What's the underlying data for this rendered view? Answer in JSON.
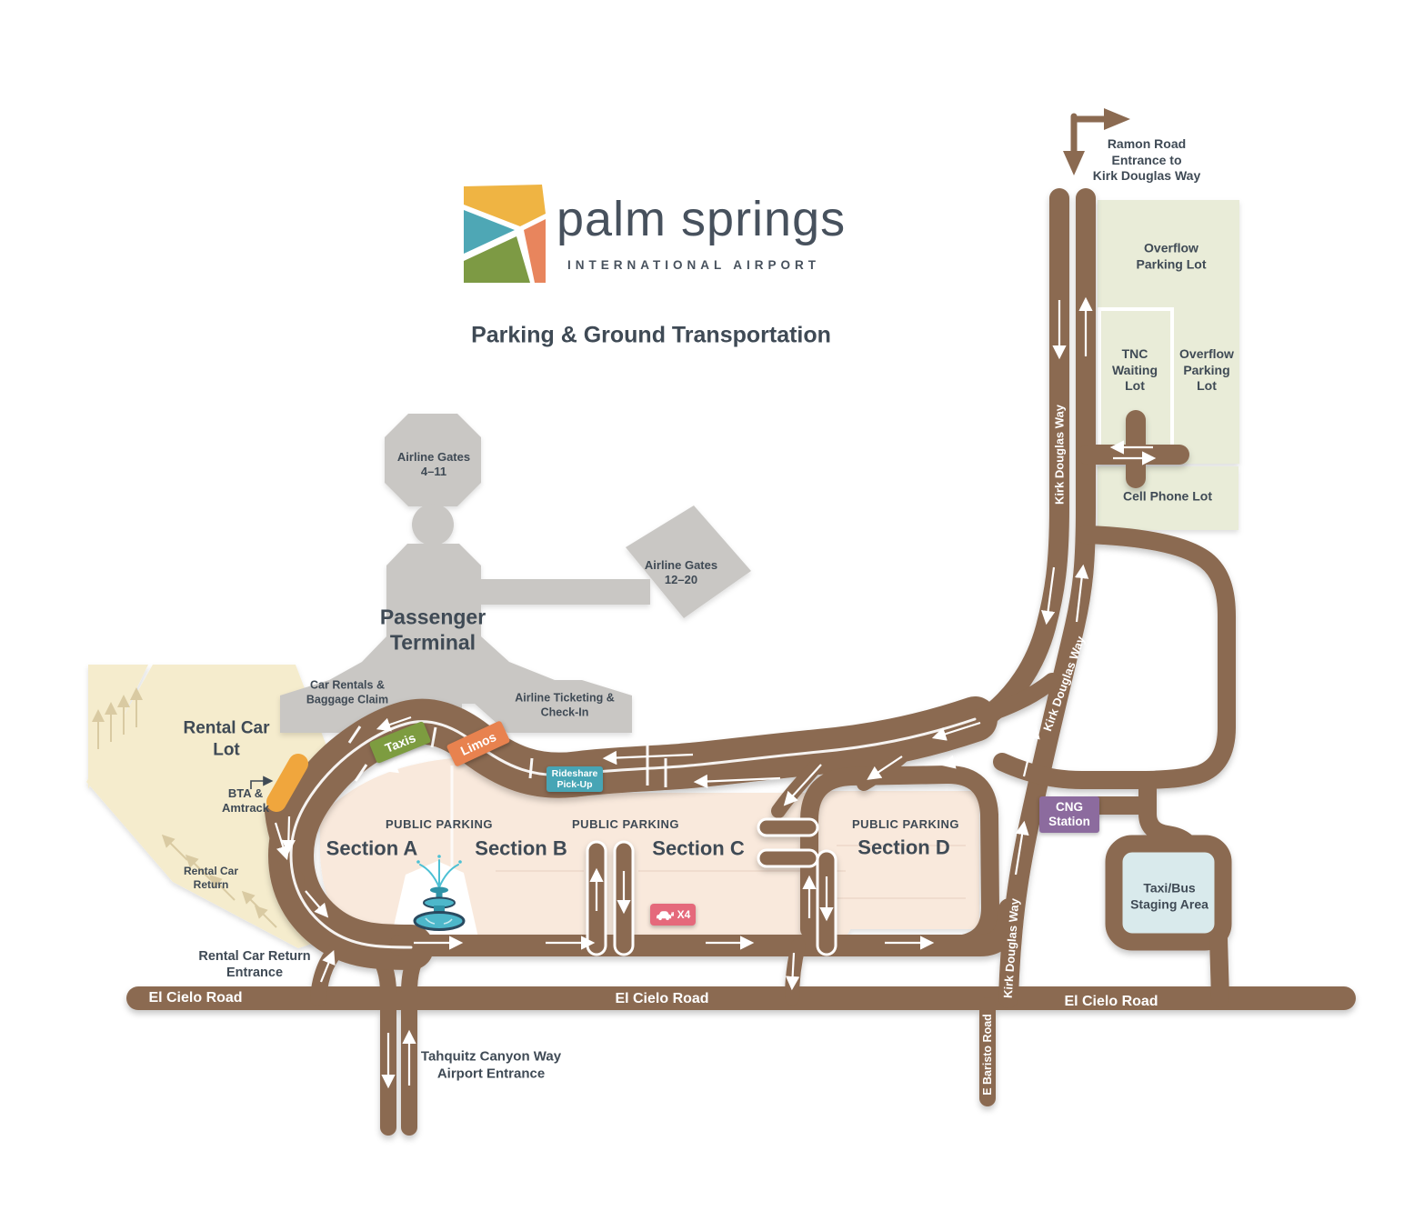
{
  "logo": {
    "brand": "palm springs",
    "subtitle": "INTERNATIONAL AIRPORT"
  },
  "title": "Parking & Ground Transportation",
  "notes": {
    "ramon": "Ramon Road\nEntrance to\nKirk Douglas Way",
    "rental_return_entrance": "Rental Car Return\nEntrance",
    "tahquitz": "Tahquitz Canyon Way\nAirport Entrance",
    "bta": "BTA &\nAmtrack",
    "rental_return": "Rental Car\nReturn"
  },
  "lots": {
    "overflow_top": "Overflow\nParking Lot",
    "tnc": "TNC\nWaiting\nLot",
    "overflow_side": "Overflow\nParking\nLot",
    "cell_phone": "Cell Phone Lot",
    "rental_car": "Rental Car\nLot",
    "taxi_bus": "Taxi/Bus\nStaging Area"
  },
  "terminal": {
    "main": "Passenger\nTerminal",
    "gates_4_11": "Airline Gates\n4–11",
    "gates_12_20": "Airline Gates\n12–20",
    "baggage": "Car Rentals &\nBaggage Claim",
    "ticketing": "Airline Ticketing &\nCheck-In"
  },
  "parking": {
    "public": "PUBLIC PARKING",
    "section_a": "Section A",
    "section_b": "Section B",
    "section_c": "Section C",
    "section_d": "Section D"
  },
  "badges": {
    "taxis": "Taxis",
    "limos": "Limos",
    "rideshare": "Rideshare\nPick-Up",
    "cng": "CNG\nStation",
    "ev": "X4"
  },
  "roads": {
    "el_cielo": "El Cielo Road",
    "kirk_douglas": "Kirk Douglas Way",
    "e_baristo": "E Baristo Road"
  },
  "colors": {
    "road": "#8b6a51",
    "terminal": "#c9c7c4",
    "text": "#3f4a55",
    "brand": "#47515d",
    "parking": "#f9e9dc",
    "rental": "#f5eccd",
    "sage": "#e9ecd8",
    "staging": "#d9eaec",
    "taxis": "#7d9c40",
    "limos": "#e8824f",
    "rideshare": "#47a5b5",
    "cng": "#8c6b9e",
    "ev": "#e5697b",
    "bta": "#f0a63d",
    "tan": "#d9caa2",
    "logo_yellow": "#efb443",
    "logo_teal": "#4ea7b5",
    "logo_green": "#7d9a44",
    "logo_salmon": "#e8855d",
    "fountain": "#4db7ca"
  }
}
